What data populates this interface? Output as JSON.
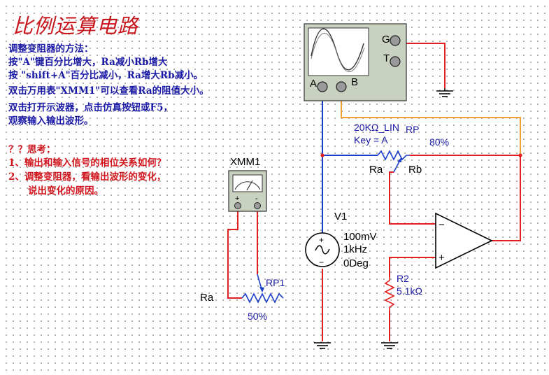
{
  "title": "比例运算电路",
  "instructions": {
    "heading": "调整变阻器的方法：",
    "line1": "按\"A\"键百分比增大，Ra减小Rb增大",
    "line2": "按 \"shift+A\"百分比减小，Ra增大Rb减小。",
    "line3": "双击万用表\"XMM1\"可以查看Ra的阻值大小。",
    "line4": "双击打开示波器，点击仿真按钮或F5，",
    "line5": "观察输入输出波形。"
  },
  "questions": {
    "heading": "？？思考：",
    "q1": "1、输出和输入信号的相位关系如何？",
    "q2a": "2、调整变阻器，看输出波形的变化，",
    "q2b": "说出变化的原因。"
  },
  "oscilloscope": {
    "pin_g": "G",
    "pin_t": "T",
    "pin_a": "A",
    "pin_b": "B"
  },
  "multimeter": {
    "name": "XMM1",
    "plus": "+",
    "minus": "-"
  },
  "rp": {
    "model": "20KΩ_LIN",
    "name": "RP",
    "key": "Key = A",
    "percent": "80%",
    "ra": "Ra",
    "rb": "Rb"
  },
  "rp1": {
    "name": "RP1",
    "percent": "50%",
    "ra": "Ra"
  },
  "v1": {
    "name": "V1",
    "amplitude": "100mV",
    "freq": "1kHz",
    "phase": "0Deg",
    "plus": "+",
    "minus": "−"
  },
  "r2": {
    "name": "R2",
    "value": "5.1kΩ"
  },
  "opamp": {
    "minus": "−",
    "plus": "+"
  },
  "colors": {
    "wire_red": "#e41e1e",
    "wire_blue": "#1a3ec8",
    "wire_orange": "#f0a030",
    "instrument": "#c9d2c0"
  }
}
